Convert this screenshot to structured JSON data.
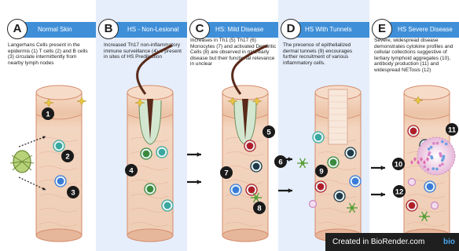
{
  "colors": {
    "banner_blue": "#3f8fd8",
    "panel_bg_blue": "#e6eefb",
    "skin_light": "#f3d6c1",
    "skin_mid": "#ecc3a6",
    "skin_dark": "#d58c6e",
    "hair": "#5a2a1a",
    "cell_teal": "#3aa8a0",
    "cell_green": "#3a8a3e",
    "cell_dark": "#1f3a4a",
    "cell_red": "#b01e2a",
    "cell_blue": "#3a7ad8",
    "neutrophil_pink": "#c98ac0",
    "dendritic_green": "#5aa03a"
  },
  "panels": [
    {
      "letter": "A",
      "title": "Normal  Skin",
      "description": "Langerhans Cells present in the epidermis (1) T cells (2) and B cells (3) circulate intermittently from nearby lymph nodes"
    },
    {
      "letter": "B",
      "title": "HS - Non-Lesional",
      "description": "Increased Th17 non-inflammatory immune surveillance (4) is present in sites of HS Predilection"
    },
    {
      "letter": "C",
      "title": "HS: Mild Disease",
      "description": "Increases in Th1 (5) Th17 (6) Monocytes (7) and activated Dendritic Cells (8) are observed in mild/early disease but their functional relevance in unclear"
    },
    {
      "letter": "D",
      "title": "HS With Tunnels",
      "description": "The presence of epithelialized dermal tunnels  (9) encourages further recruitment of  various inflammatory cells."
    },
    {
      "letter": "E",
      "title": "HS Severe Disease",
      "description": "Severe, widespread disease demonstrates  cytokine profiles and cellular collections suggestive of tertiary lymphoid aggregates (10), antibody production (11) and widespread NETosis (12)"
    }
  ],
  "markers": [
    "1",
    "2",
    "3",
    "4",
    "5",
    "6",
    "7",
    "8",
    "9",
    "10",
    "11",
    "12"
  ],
  "watermark": {
    "text": "Created in BioRender.com",
    "logo": "bio"
  }
}
